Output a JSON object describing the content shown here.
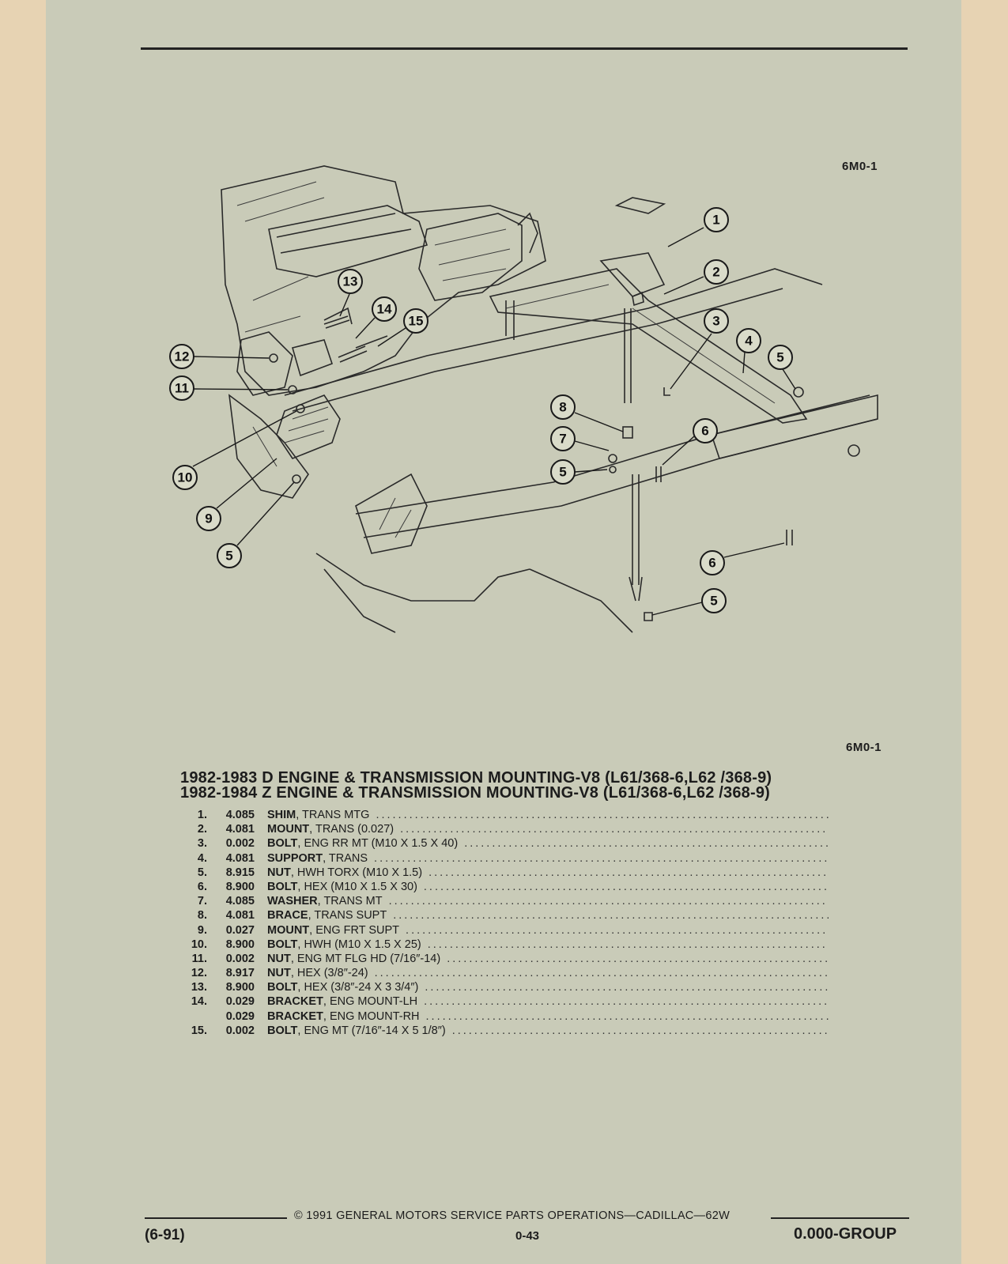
{
  "figure_id_top": "6M0-1",
  "figure_id_bottom": "6M0-1",
  "callouts": [
    {
      "label": "1"
    },
    {
      "label": "2"
    },
    {
      "label": "3"
    },
    {
      "label": "4"
    },
    {
      "label": "5"
    },
    {
      "label": "5"
    },
    {
      "label": "5"
    },
    {
      "label": "5"
    },
    {
      "label": "6"
    },
    {
      "label": "6"
    },
    {
      "label": "7"
    },
    {
      "label": "8"
    },
    {
      "label": "9"
    },
    {
      "label": "10"
    },
    {
      "label": "11"
    },
    {
      "label": "12"
    },
    {
      "label": "13"
    },
    {
      "label": "14"
    },
    {
      "label": "15"
    }
  ],
  "titles": [
    "1982-1983 D ENGINE & TRANSMISSION MOUNTING-V8 (L61/368-6,L62 /368-9)",
    "1982-1984 Z ENGINE & TRANSMISSION MOUNTING-V8 (L61/368-6,L62 /368-9)"
  ],
  "parts": [
    {
      "index": "1.",
      "catalog": "4.085",
      "name": "SHIM",
      "desc": " , TRANS MTG"
    },
    {
      "index": "2.",
      "catalog": "4.081",
      "name": "MOUNT",
      "desc": " , TRANS (0.027)"
    },
    {
      "index": "3.",
      "catalog": "0.002",
      "name": "BOLT",
      "desc": " , ENG RR MT (M10 X 1.5 X 40)"
    },
    {
      "index": "4.",
      "catalog": "4.081",
      "name": "SUPPORT",
      "desc": " , TRANS"
    },
    {
      "index": "5.",
      "catalog": "8.915",
      "name": "NUT",
      "desc": " , HWH TORX (M10 X 1.5)"
    },
    {
      "index": "6.",
      "catalog": "8.900",
      "name": "BOLT",
      "desc": " , HEX (M10 X 1.5 X 30)"
    },
    {
      "index": "7.",
      "catalog": "4.085",
      "name": "WASHER",
      "desc": " , TRANS MT"
    },
    {
      "index": "8.",
      "catalog": "4.081",
      "name": "BRACE",
      "desc": " , TRANS SUPT"
    },
    {
      "index": "9.",
      "catalog": "0.027",
      "name": "MOUNT",
      "desc": " , ENG FRT SUPT"
    },
    {
      "index": "10.",
      "catalog": "8.900",
      "name": "BOLT",
      "desc": " , HWH (M10 X 1.5 X 25)"
    },
    {
      "index": "11.",
      "catalog": "0.002",
      "name": "NUT",
      "desc": " , ENG MT FLG HD (7/16″-14)"
    },
    {
      "index": "12.",
      "catalog": "8.917",
      "name": "NUT",
      "desc": " , HEX (3/8″-24)"
    },
    {
      "index": "13.",
      "catalog": "8.900",
      "name": "BOLT",
      "desc": " , HEX (3/8″-24 X 3 3/4″)"
    },
    {
      "index": "14.",
      "catalog": "0.029",
      "name": "BRACKET",
      "desc": " , ENG MOUNT-LH"
    },
    {
      "index": "",
      "catalog": "0.029",
      "name": "BRACKET",
      "desc": " , ENG MOUNT-RH"
    },
    {
      "index": "15.",
      "catalog": "0.002",
      "name": "BOLT",
      "desc": " , ENG MT (7/16″-14 X 5 1/8″)"
    }
  ],
  "footer": {
    "copyright": "©  1991  GENERAL MOTORS SERVICE PARTS OPERATIONS—CADILLAC—62W",
    "left": "(6-91)",
    "center": "0-43",
    "right": "0.000-GROUP"
  }
}
